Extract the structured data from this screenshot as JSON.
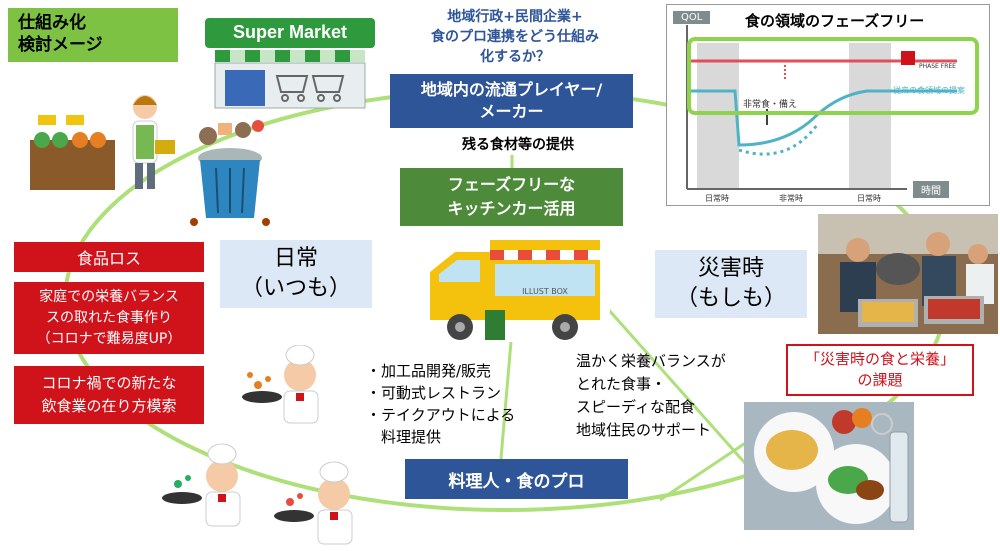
{
  "title": "仕組み化\n検討メージ",
  "supermarket_sign": "Super Market",
  "question": "地域行政+民間企業+\n食のプロ連携をどう仕組み\n化するか？",
  "distribution_box": "地域内の流通プレイヤー/\nメーカー",
  "leftover_text": "残る食材等の提供",
  "kitchencar_box": "フェーズフリーな\nキッチンカー活用",
  "truck_sign": "ILLUST BOX",
  "daily_box": "日常\n（いつも）",
  "disaster_box": "災害時\n（もしも）",
  "food_loss": "食品ロス",
  "home_nutrition": "家庭での栄養バランス\nスの取れた食事作り\n（コロナで難易度UP）",
  "covid_dining": "コロナ禍での新たな\n飲食業の在り方模索",
  "uses_list": "・加工品開発/販売\n・可動式レストラン\n・テイクアウトによる\n　料理提供",
  "disaster_benefits": "温かく栄養バランスが\nとれた食事・\nスピーディな配食\n地域住民のサポート",
  "chef_box": "料理人・食のプロ",
  "disaster_issue": "「災害時の食と栄養」\nの課題",
  "graph": {
    "title": "食の領域のフェーズフリー",
    "y_label": "QOL",
    "x_label": "時間",
    "x_ticks": [
      "日常時",
      "非常時",
      "日常時"
    ],
    "annotation": "非常食・備え",
    "legend_line": "従来の食領域の提案",
    "brand": "PHASE FREE"
  },
  "colors": {
    "ring": "#aee07a",
    "green_box": "#7dc242",
    "blue_box": "#2e5597",
    "dark_green_box": "#4d8a3a",
    "red_box": "#d0121b",
    "light_box": "#dce8f5",
    "graph_red": "#e0505a",
    "graph_teal": "#4fb3c5"
  }
}
